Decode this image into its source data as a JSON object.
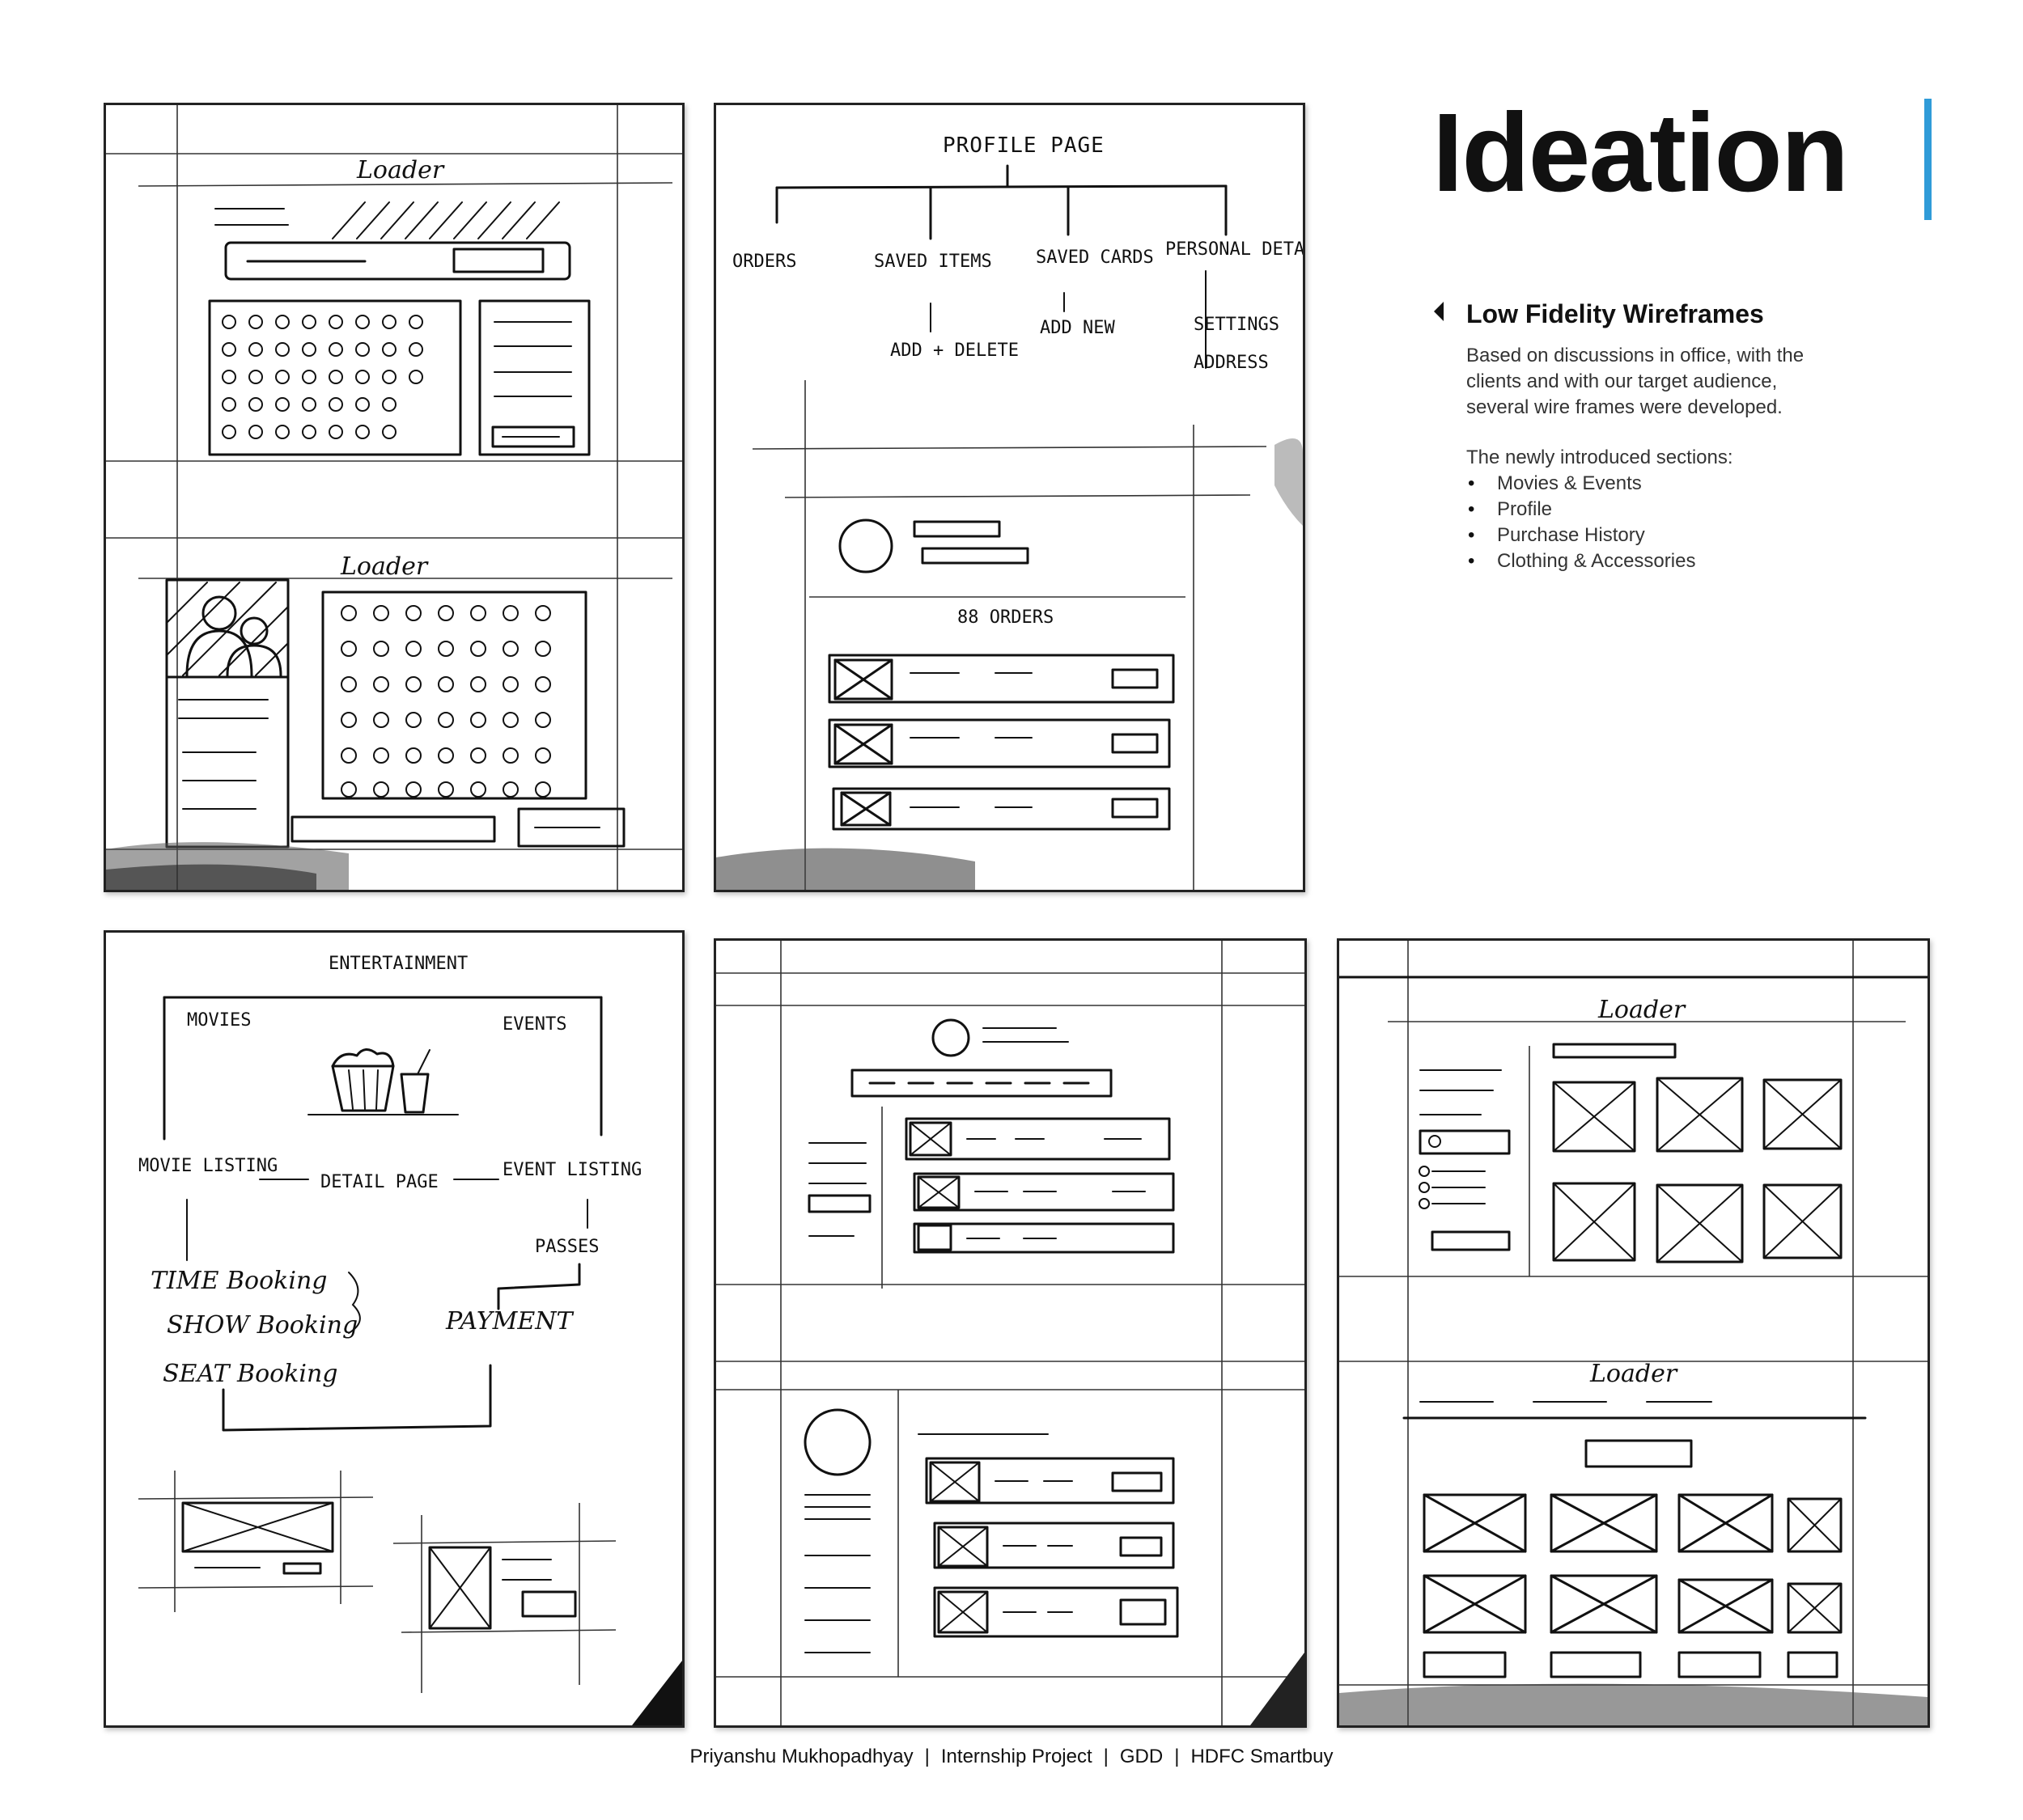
{
  "heading": {
    "title": "Ideation",
    "subtitle": "Low Fidelity Wireframes",
    "description": "Based on discussions in office, with the clients and with our target audience, several wire frames were developed.",
    "sections_intro": "The newly introduced sections:",
    "sections": [
      "Movies & Events",
      "Profile",
      "Purchase History",
      "Clothing & Accessories"
    ],
    "accent_color": "#2f9bd8"
  },
  "wireframes": {
    "seat_selection": {
      "label_top": "Loader",
      "label_bottom": "Loader"
    },
    "profile_page": {
      "title": "PROFILE PAGE",
      "branches": [
        "ORDERS",
        "SAVED ITEMS",
        "SAVED CARDS",
        "PERSONAL DETAILS"
      ],
      "sub_items": [
        "ADD + DELETE",
        "ADD NEW",
        "SETTINGS",
        "ADDRESS"
      ],
      "orders_count": "88 ORDERS"
    },
    "entertainment": {
      "title": "ENTERTAINMENT",
      "movies": "MOVIES",
      "events": "EVENTS",
      "movie_listing": "MOVIE LISTING",
      "detail_page": "DETAIL PAGE",
      "event_listing": "EVENT LISTING",
      "passes": "PASSES",
      "time_booking": "TIME Booking",
      "show_booking": "SHOW Booking",
      "seat_booking": "SEAT Booking",
      "payment": "PAYMENT"
    },
    "clothing": {
      "label_top": "Loader",
      "label_bottom": "Loader"
    }
  },
  "footer": {
    "author": "Priyanshu Mukhopadhyay",
    "project": "Internship Project",
    "dept": "GDD",
    "client": "HDFC Smartbuy"
  }
}
